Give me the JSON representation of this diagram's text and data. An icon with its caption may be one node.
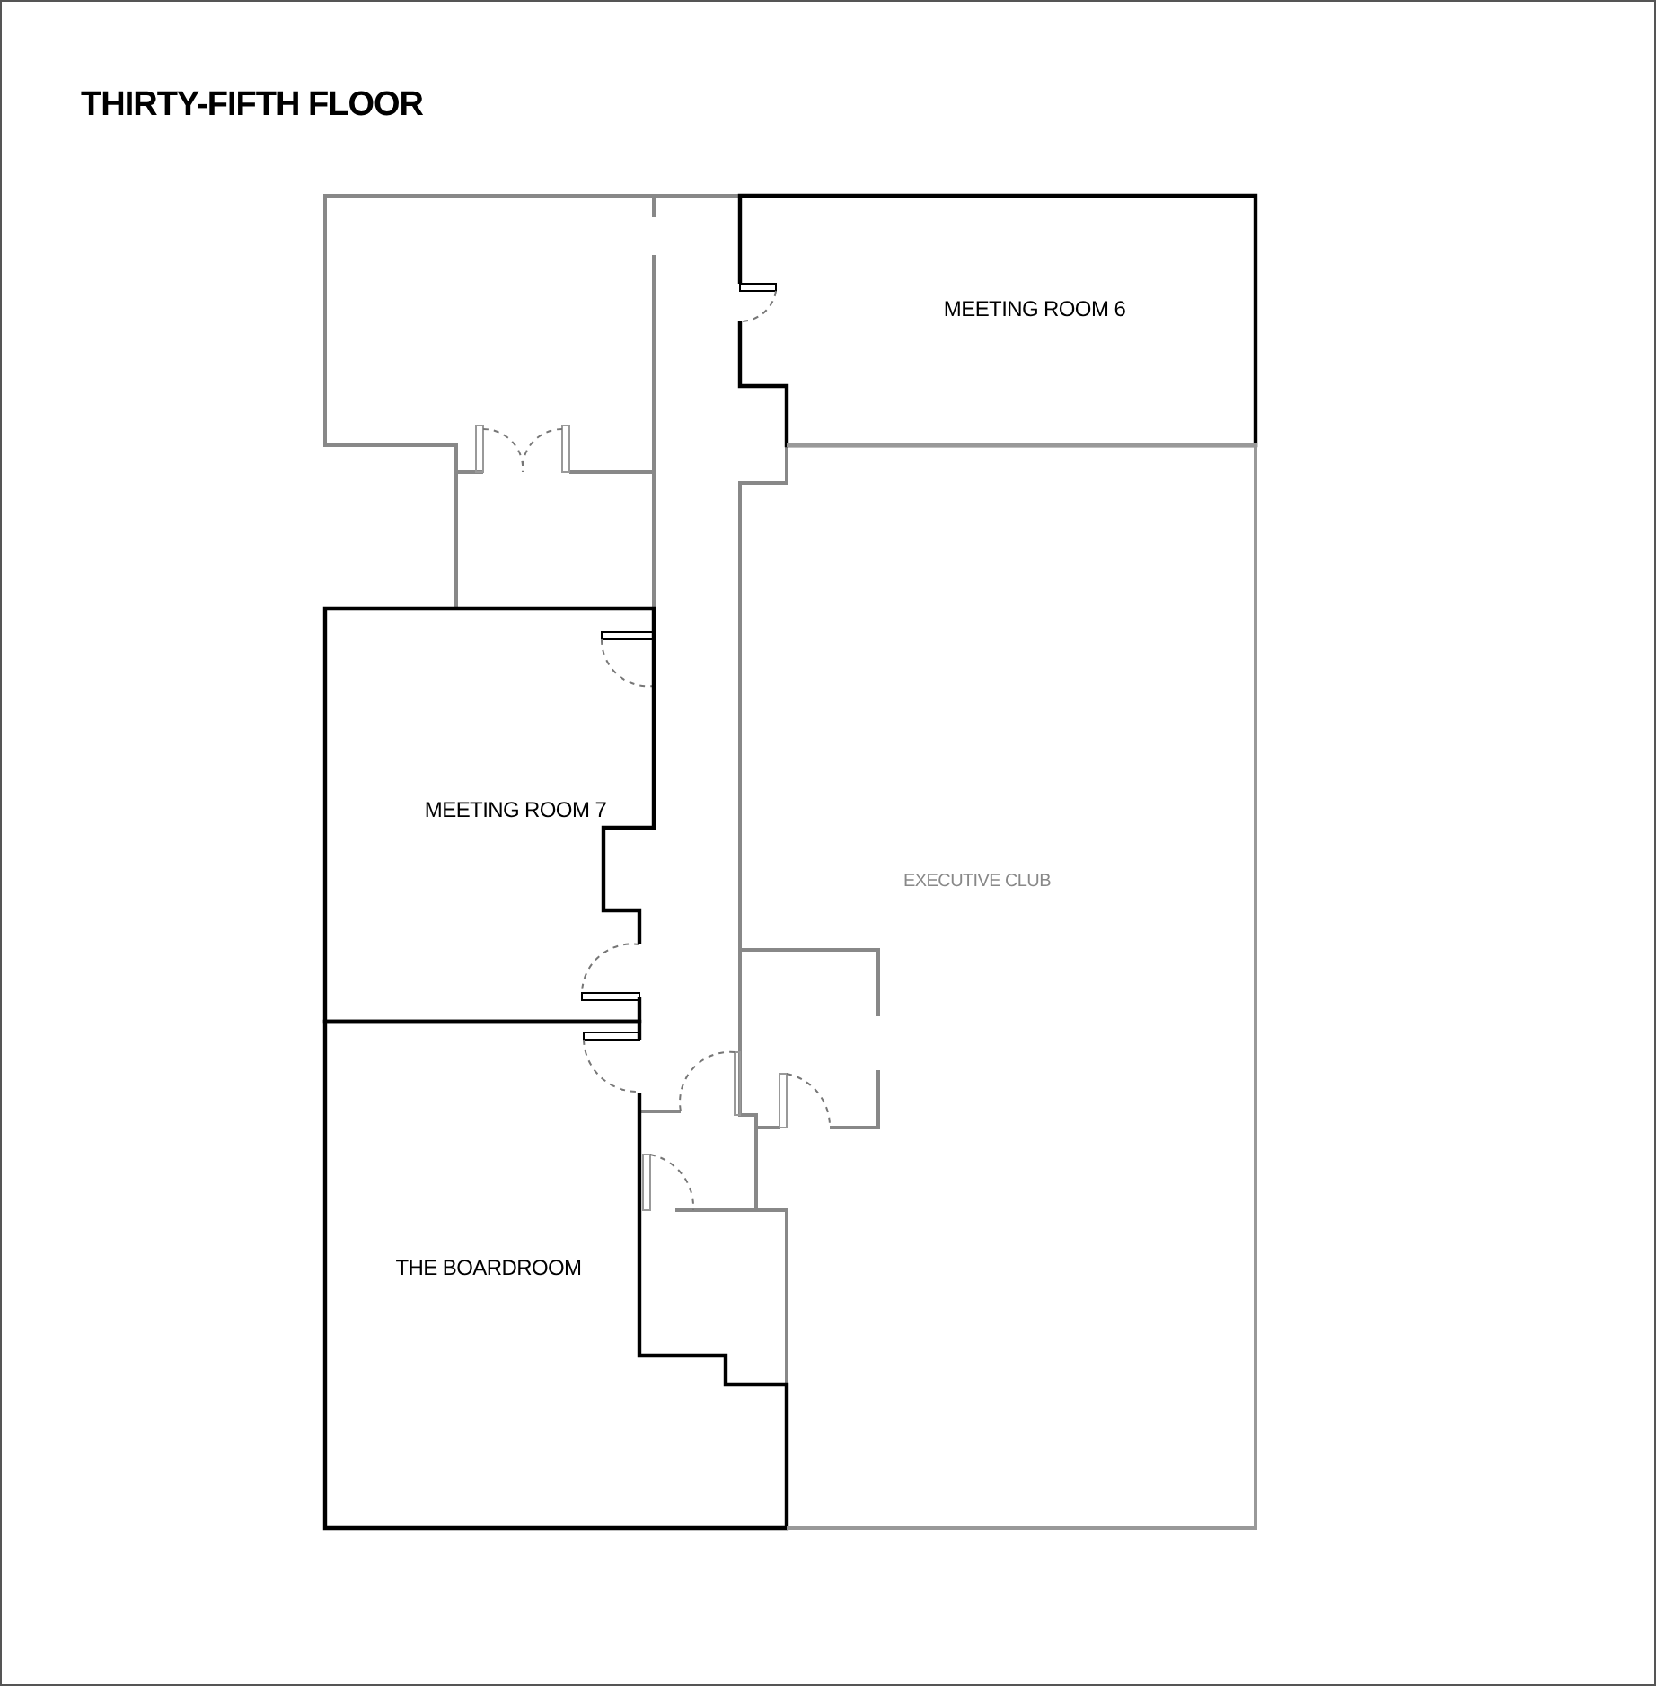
{
  "diagram": {
    "title": "THIRTY-FIFTH FLOOR",
    "nodes": [
      {
        "text": [
          "MEETING ROOM 6"
        ]
      },
      {
        "text": [
          "MEETING ROOM 7"
        ]
      },
      {
        "text": [
          "THE BOARDROOM"
        ]
      },
      {
        "text": [
          "EXECUTIVE CLUB"
        ]
      }
    ]
  }
}
